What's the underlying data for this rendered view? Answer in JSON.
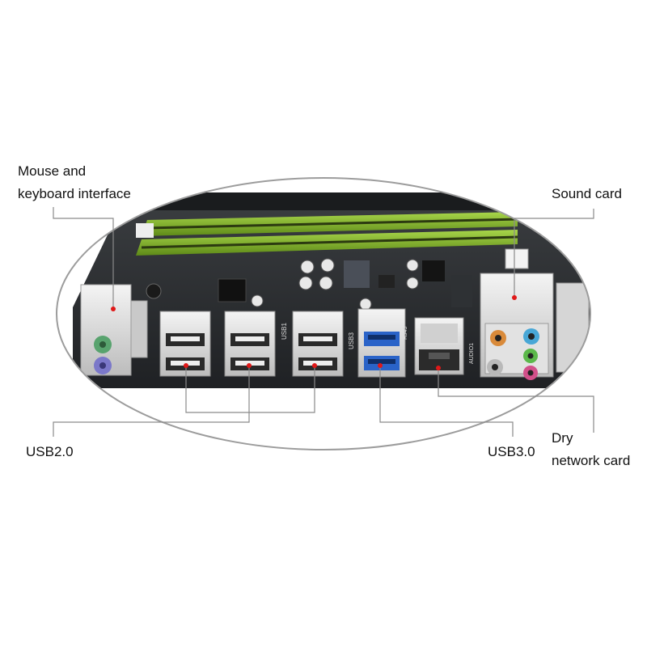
{
  "labels": {
    "mouse_keyboard": [
      "Mouse and",
      "keyboard interface"
    ],
    "sound_card": "Sound card",
    "usb2": "USB2.0",
    "usb3": "USB3.0",
    "network": [
      "Dry",
      "network card"
    ]
  },
  "board_markings": {
    "usb1": "USB1",
    "usb3_port": "USB3",
    "audio": "AUDIO1",
    "rj45": "RJ45"
  },
  "colors": {
    "pcb": "#2a2d30",
    "ram_slot": "#86b82a",
    "usb3_blue": "#2a63c8",
    "ps2_green": "#58a36e",
    "ps2_purple": "#7b78c9",
    "audio_orange": "#d98a3a",
    "audio_blue": "#48a7d6",
    "audio_green": "#5bb84a",
    "audio_pink": "#d24f8a",
    "marker": "#e01818",
    "leader": "#8a8a8a"
  }
}
